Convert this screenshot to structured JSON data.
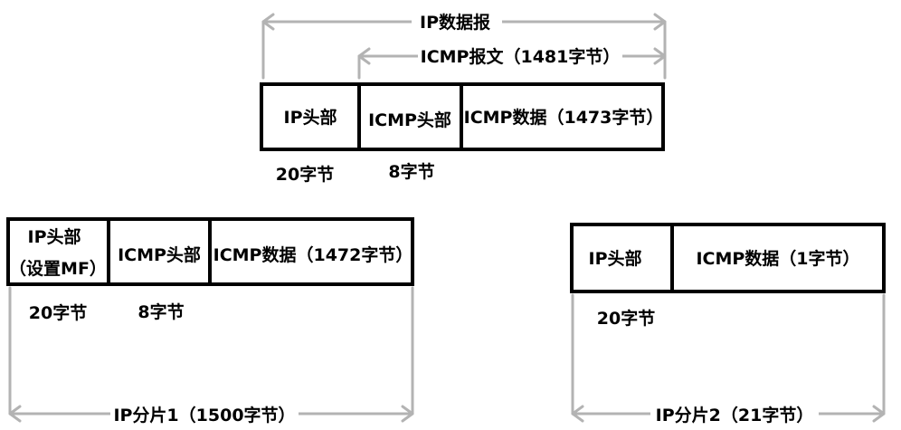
{
  "top": {
    "datagram_label": "IP数据报",
    "icmp_message_label": "ICMP报文（1481字节）",
    "ip_header": "IP头部",
    "icmp_header": "ICMP头部",
    "icmp_data": "ICMP数据（1473字节）",
    "ip_header_size": "20字节",
    "icmp_header_size": "8字节"
  },
  "fragment1": {
    "ip_header_line1": "IP头部",
    "ip_header_line2": "（设置MF）",
    "icmp_header": "ICMP头部",
    "icmp_data": "ICMP数据（1472字节）",
    "ip_header_size": "20字节",
    "icmp_header_size": "8字节",
    "label": "IP分片1（1500字节）"
  },
  "fragment2": {
    "ip_header": "IP头部",
    "icmp_data": "ICMP数据（1字节）",
    "ip_header_size": "20字节",
    "label": "IP分片2（21字节）"
  },
  "colors": {
    "box_stroke": "#000000",
    "dimension_line": "#b3b3b3"
  }
}
